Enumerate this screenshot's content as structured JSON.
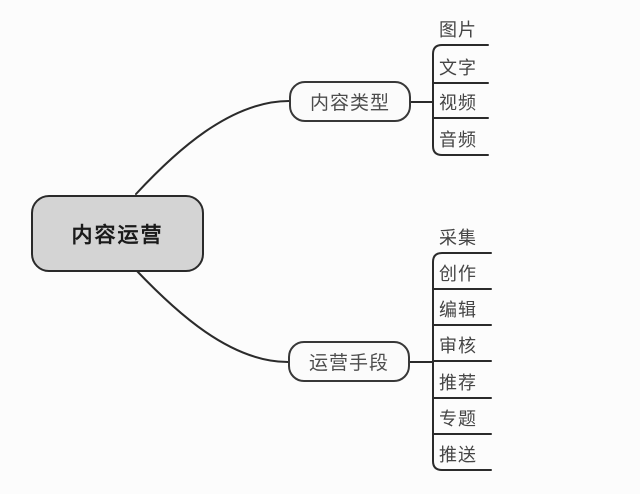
{
  "root": {
    "label": "内容运营"
  },
  "branches": [
    {
      "label": "内容类型",
      "children": [
        "图片",
        "文字",
        "视频",
        "音频"
      ]
    },
    {
      "label": "运营手段",
      "children": [
        "采集",
        "创作",
        "编辑",
        "审核",
        "推荐",
        "专题",
        "推送"
      ]
    }
  ],
  "colors": {
    "background": "#fcfcfc",
    "line": "#2b2b2b",
    "root_fill": "#d4d4d4",
    "root_border": "#2a2a2a",
    "branch_fill": "#fbfbfb",
    "branch_border": "#383838",
    "root_text": "#1a1a1a",
    "branch_text": "#4d4d4d",
    "leaf_text": "#454545"
  }
}
